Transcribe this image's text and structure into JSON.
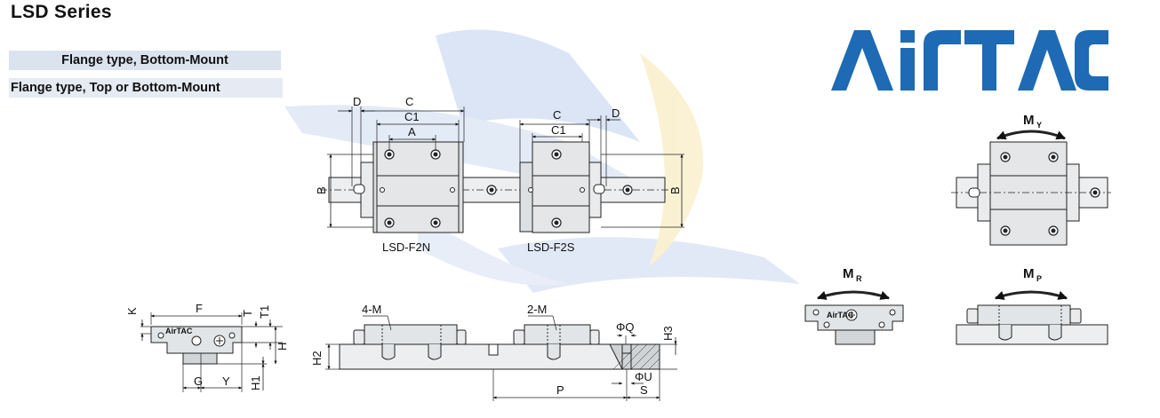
{
  "title": "LSD Series",
  "bands": [
    "Flange type, Bottom-Mount",
    "Flange type, Top or Bottom-Mount"
  ],
  "brand": {
    "logo_text": "AirTAC",
    "logo_color": "#1e6ab4"
  },
  "watermark_colors": {
    "blue": "#cfdcf2",
    "yellow": "#f8ecc6"
  },
  "top_view_dims": {
    "d": "D",
    "c": "C",
    "c1": "C1",
    "a": "A",
    "b": "B",
    "d_right": "D",
    "c_right": "C",
    "c1_right": "C1",
    "b_right": "B"
  },
  "models": {
    "left": "LSD-F2N",
    "right": "LSD-F2S"
  },
  "end_view_dims": {
    "k": "K",
    "f": "F",
    "t": "T",
    "t1": "T1",
    "h": "H",
    "h1": "H1",
    "g": "G",
    "y": "Y"
  },
  "end_view_logo": "AirTAC",
  "side_view_dims": {
    "m_left": "4-M",
    "m_right": "2-M",
    "q": "ΦQ",
    "h3": "H3",
    "h2": "H2",
    "p": "P",
    "u": "ΦU",
    "s": "S"
  },
  "moments": {
    "my": {
      "main": "M",
      "sub": "Y"
    },
    "mr": {
      "main": "M",
      "sub": "R"
    },
    "mp": {
      "main": "M",
      "sub": "P"
    }
  },
  "moment_logo": "AirTAC"
}
